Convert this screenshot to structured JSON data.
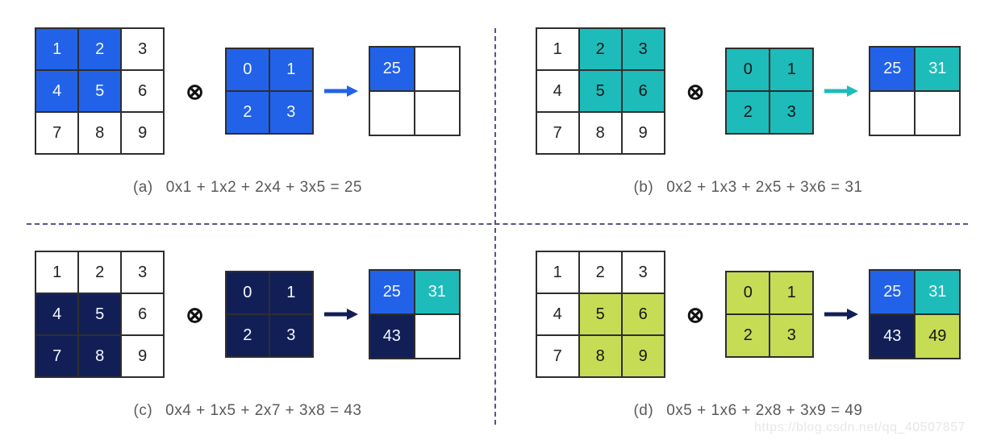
{
  "operator_symbol": "⊗",
  "watermark": "https://blog.csdn.net/qq_40507857",
  "colors": {
    "blue": "#2262e9",
    "teal": "#1dbcba",
    "navy": "#121f57",
    "green": "#c6dc55",
    "white": "#ffffff",
    "cell_text_light": "#f5f8ff",
    "cell_text_dark": "#161616",
    "plain_number": "#222222",
    "caption_gray": "#595959",
    "divider": "#54548c",
    "grid_border": "#2e2e2e"
  },
  "panels": [
    {
      "id": "a",
      "label": "(a)",
      "formula": "0x1 + 1x2 + 2x4 + 3x5 = 25",
      "accent": "blue",
      "arrow_color": "blue",
      "input": {
        "values": [
          "1",
          "2",
          "3",
          "4",
          "5",
          "6",
          "7",
          "8",
          "9"
        ],
        "highlight": [
          0,
          1,
          3,
          4
        ],
        "highlight_text": "light"
      },
      "kernel": {
        "values": [
          "0",
          "1",
          "2",
          "3"
        ],
        "text": "light"
      },
      "output": [
        {
          "value": "25",
          "fill": "blue",
          "text": "light"
        },
        {
          "value": "",
          "fill": "white",
          "text": "dark"
        },
        {
          "value": "",
          "fill": "white",
          "text": "dark"
        },
        {
          "value": "",
          "fill": "white",
          "text": "dark"
        }
      ]
    },
    {
      "id": "b",
      "label": "(b)",
      "formula": "0x2 + 1x3 + 2x5 + 3x6 = 31",
      "accent": "teal",
      "arrow_color": "teal",
      "input": {
        "values": [
          "1",
          "2",
          "3",
          "4",
          "5",
          "6",
          "7",
          "8",
          "9"
        ],
        "highlight": [
          1,
          2,
          4,
          5
        ],
        "highlight_text": "dark"
      },
      "kernel": {
        "values": [
          "0",
          "1",
          "2",
          "3"
        ],
        "text": "dark"
      },
      "output": [
        {
          "value": "25",
          "fill": "blue",
          "text": "light"
        },
        {
          "value": "31",
          "fill": "teal",
          "text": "light"
        },
        {
          "value": "",
          "fill": "white",
          "text": "dark"
        },
        {
          "value": "",
          "fill": "white",
          "text": "dark"
        }
      ]
    },
    {
      "id": "c",
      "label": "(c)",
      "formula": "0x4 + 1x5 + 2x7 + 3x8 = 43",
      "accent": "navy",
      "arrow_color": "navy",
      "input": {
        "values": [
          "1",
          "2",
          "3",
          "4",
          "5",
          "6",
          "7",
          "8",
          "9"
        ],
        "highlight": [
          3,
          4,
          6,
          7
        ],
        "highlight_text": "light"
      },
      "kernel": {
        "values": [
          "0",
          "1",
          "2",
          "3"
        ],
        "text": "light"
      },
      "output": [
        {
          "value": "25",
          "fill": "blue",
          "text": "light"
        },
        {
          "value": "31",
          "fill": "teal",
          "text": "light"
        },
        {
          "value": "43",
          "fill": "navy",
          "text": "light"
        },
        {
          "value": "",
          "fill": "white",
          "text": "dark"
        }
      ]
    },
    {
      "id": "d",
      "label": "(d)",
      "formula": "0x5 + 1x6 + 2x8 + 3x9 = 49",
      "accent": "green",
      "arrow_color": "navy",
      "input": {
        "values": [
          "1",
          "2",
          "3",
          "4",
          "5",
          "6",
          "7",
          "8",
          "9"
        ],
        "highlight": [
          4,
          5,
          7,
          8
        ],
        "highlight_text": "dark"
      },
      "kernel": {
        "values": [
          "0",
          "1",
          "2",
          "3"
        ],
        "text": "dark"
      },
      "output": [
        {
          "value": "25",
          "fill": "blue",
          "text": "light"
        },
        {
          "value": "31",
          "fill": "teal",
          "text": "light"
        },
        {
          "value": "43",
          "fill": "navy",
          "text": "light"
        },
        {
          "value": "49",
          "fill": "green",
          "text": "dark"
        }
      ]
    }
  ]
}
